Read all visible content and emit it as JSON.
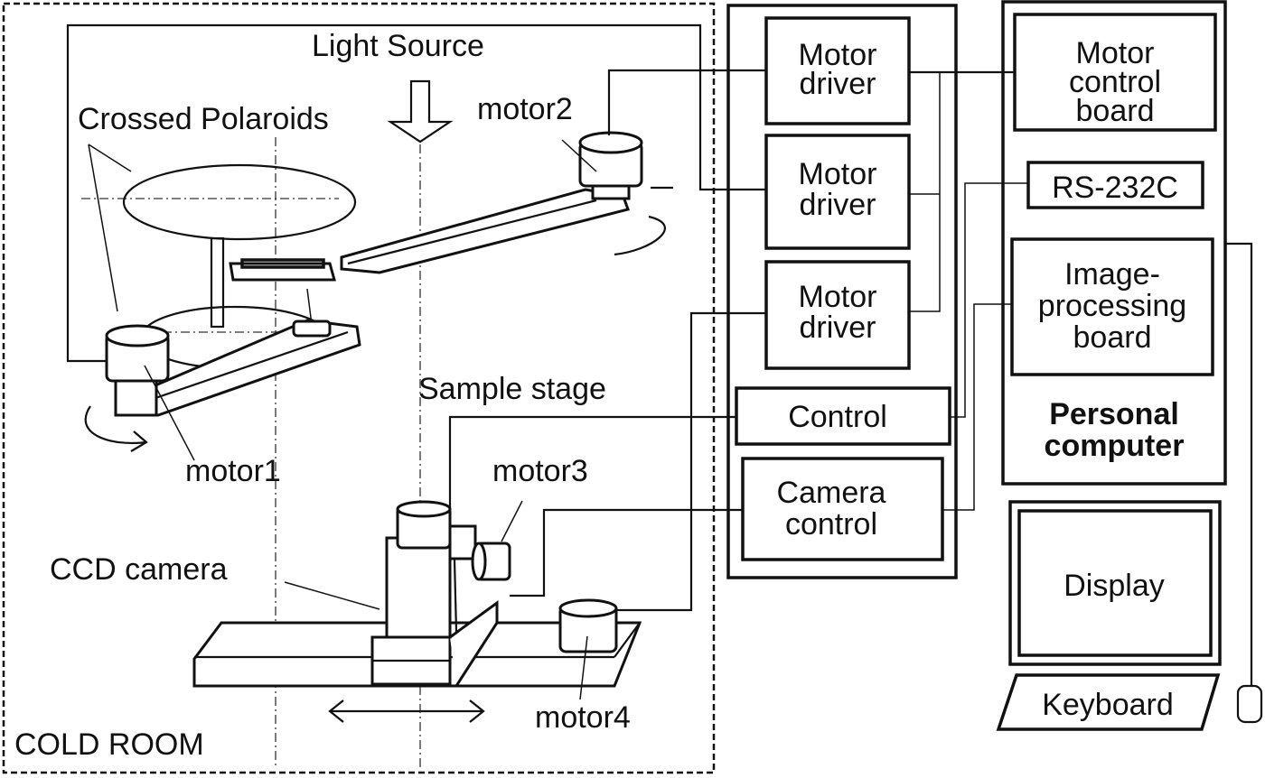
{
  "figure": {
    "cold_room": {
      "label": "COLD ROOM",
      "light_source": "Light Source",
      "crossed_polaroids": "Crossed Polaroids",
      "sample_stage": "Sample stage",
      "ccd_camera": "CCD camera",
      "motors": [
        "motor1",
        "motor2",
        "motor3",
        "motor4"
      ]
    },
    "controller_unit": {
      "motor_drivers": [
        {
          "line1": "Motor",
          "line2": "driver"
        },
        {
          "line1": "Motor",
          "line2": "driver"
        },
        {
          "line1": "Motor",
          "line2": "driver"
        }
      ],
      "control": "Control",
      "camera_control": {
        "line1": "Camera",
        "line2": "control"
      }
    },
    "personal_computer": {
      "title_line1": "Personal",
      "title_line2": "computer",
      "motor_control_board": {
        "line1": "Motor",
        "line2": "control",
        "line3": "board"
      },
      "rs232c": "RS-232C",
      "image_processing_board": {
        "line1": "Image-",
        "line2": "processing",
        "line3": "board"
      }
    },
    "display": "Display",
    "keyboard": "Keyboard",
    "mouse_icon": "mouse-icon"
  }
}
